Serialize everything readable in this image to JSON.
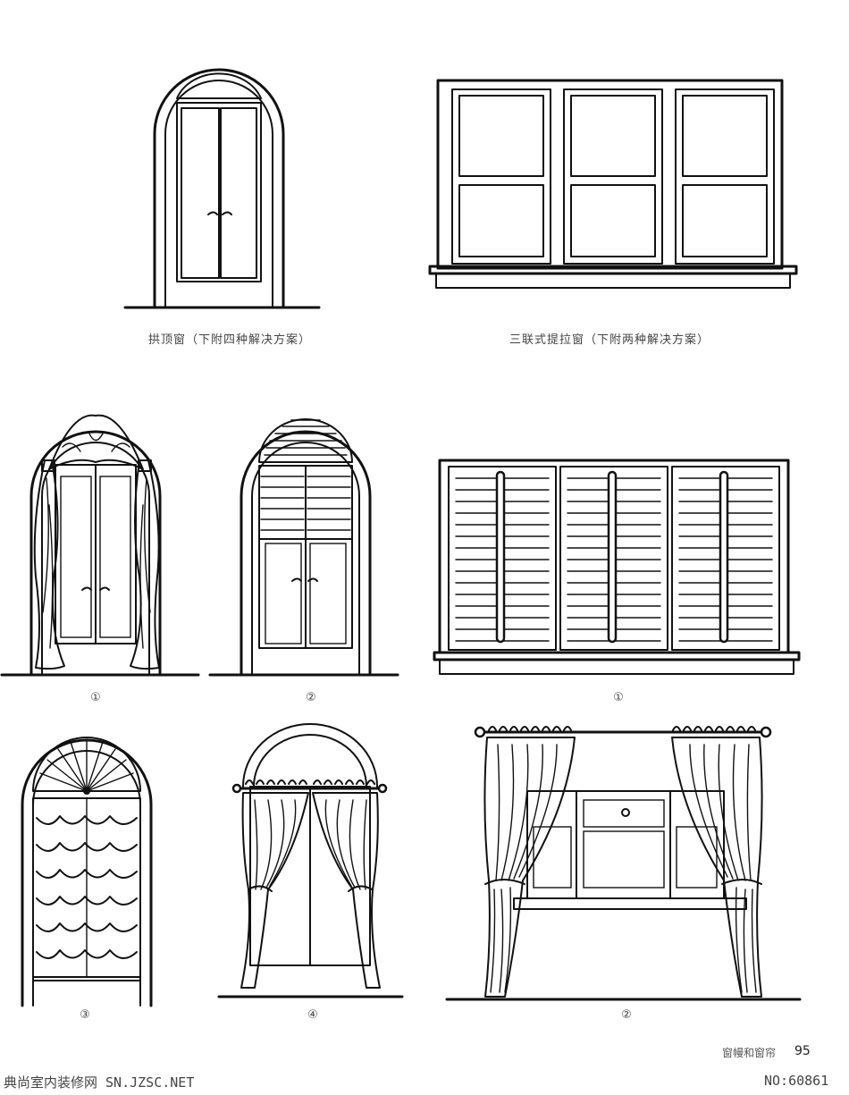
{
  "captions": {
    "arched_window": "拱顶窗（下附四种解决方案）",
    "triple_sash_window": "三联式提拉窗（下附两种解决方案）"
  },
  "markers": {
    "arch_1": "①",
    "arch_2": "②",
    "arch_3": "③",
    "arch_4": "④",
    "sash_1": "①",
    "sash_2": "②"
  },
  "footer": {
    "section": "窗幔和窗帘",
    "page_number": "95"
  },
  "watermark": {
    "left": "典尚室内装修网 SN.JZSC.NET",
    "right": "NO:60861"
  }
}
